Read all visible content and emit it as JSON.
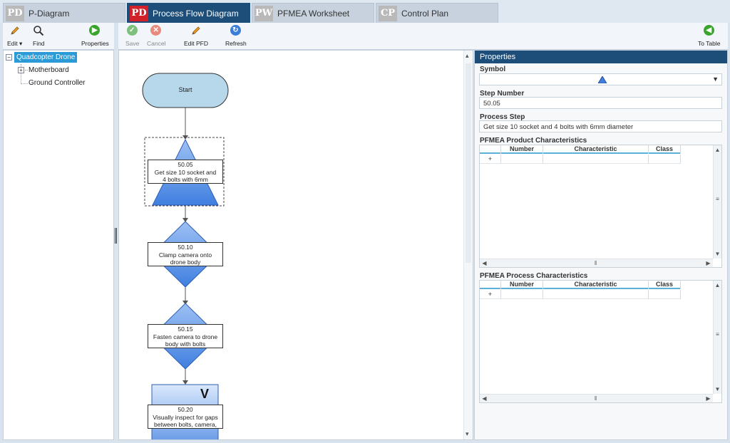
{
  "tabs": [
    {
      "code": "PD",
      "label": "P-Diagram"
    },
    {
      "code": "PD",
      "label": "Process Flow Diagram"
    },
    {
      "code": "PW",
      "label": "PFMEA Worksheet"
    },
    {
      "code": "CP",
      "label": "Control Plan"
    }
  ],
  "left_toolbar": {
    "edit": "Edit",
    "find": "Find",
    "properties": "Properties"
  },
  "main_toolbar": {
    "save": "Save",
    "cancel": "Cancel",
    "edit_pfd": "Edit PFD",
    "refresh": "Refresh",
    "to_table": "To Table"
  },
  "tree": {
    "root": "Quadcopter Drone",
    "children": [
      "Motherboard",
      "Ground Controller"
    ]
  },
  "flow": {
    "start": "Start",
    "steps": [
      {
        "number": "50.05",
        "line1": "Get size 10 socket and",
        "line2": "4 bolts with 6mm"
      },
      {
        "number": "50.10",
        "line1": "Clamp camera onto",
        "line2": "drone body"
      },
      {
        "number": "50.15",
        "line1": "Fasten camera to drone",
        "line2": "body with bolts"
      },
      {
        "number": "50.20",
        "line1": "Visually inspect for gaps",
        "line2": "between bolts, camera,",
        "badge": "V"
      }
    ]
  },
  "properties": {
    "title": "Properties",
    "symbol_label": "Symbol",
    "step_number_label": "Step Number",
    "step_number_value": "50.05",
    "process_step_label": "Process Step",
    "process_step_value": "Get size 10 socket and 4 bolts with 6mm diameter",
    "product_title": "PFMEA Product Characteristics",
    "process_title": "PFMEA Process Characteristics",
    "columns": [
      "Number",
      "Characteristic",
      "Class"
    ],
    "add_symbol": "+"
  },
  "colors": {
    "accent": "#1d4e7a",
    "badge_red": "#d1222a",
    "shape_blue": "#4f8be6",
    "start_fill": "#b7d8ea"
  }
}
